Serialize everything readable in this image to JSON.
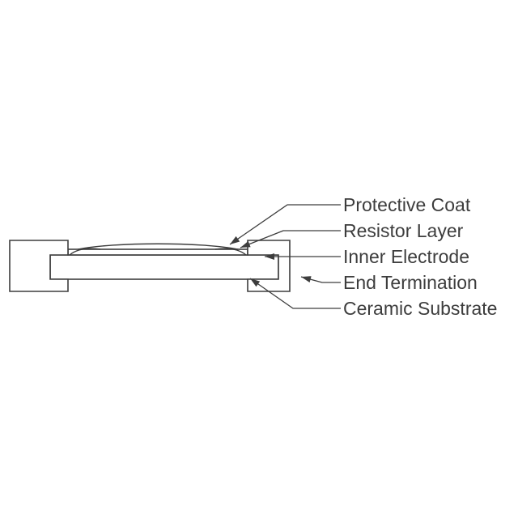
{
  "colors": {
    "line": "#3d3d3d",
    "text": "#3d3d3d",
    "background": "#ffffff"
  },
  "diagram": {
    "labels": {
      "protective_coat": "Protective Coat",
      "resistor_layer": "Resistor Layer",
      "inner_electrode": "Inner Electrode",
      "end_termination": "End Termination",
      "ceramic_substrate": "Ceramic Substrate"
    }
  }
}
